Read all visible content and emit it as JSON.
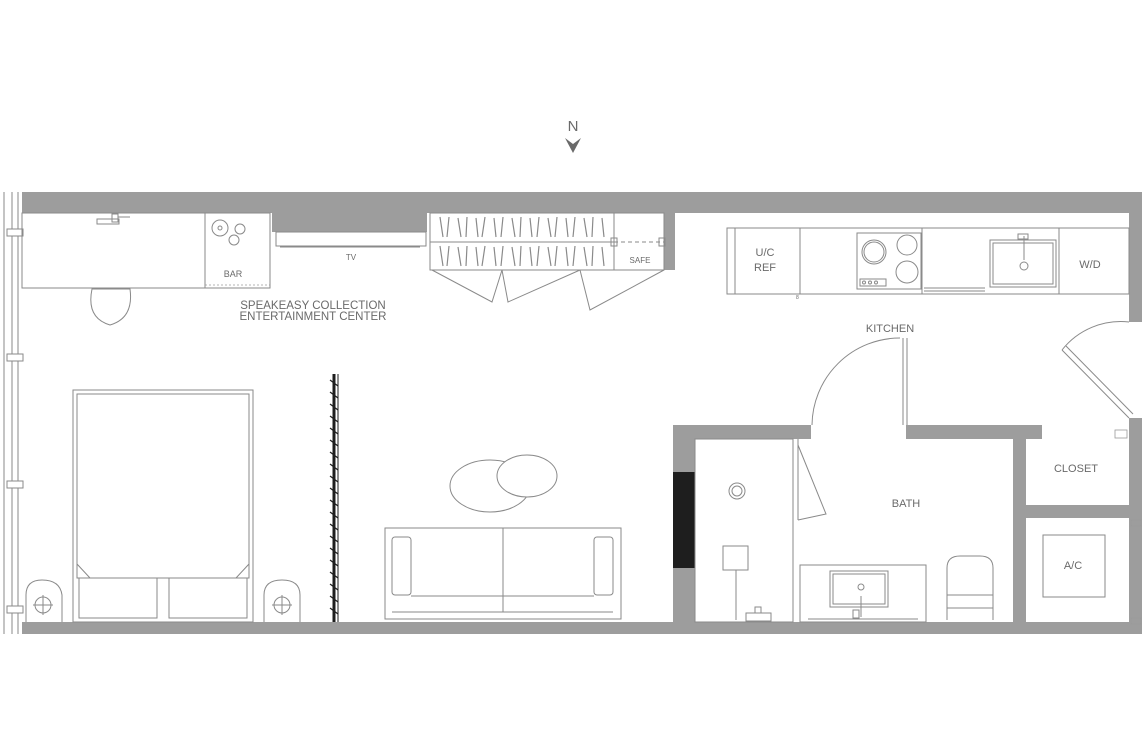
{
  "compass": {
    "label": "N"
  },
  "labels": {
    "bar": "BAR",
    "tv": "TV",
    "safe": "SAFE",
    "entertainment_line1": "SPEAKEASY COLLECTION",
    "entertainment_line2": "ENTERTAINMENT CENTER",
    "uc_line1": "U/C",
    "uc_line2": "REF",
    "wd": "W/D",
    "kitchen": "KITCHEN",
    "closet": "CLOSET",
    "bath": "BATH",
    "ac": "A/C"
  },
  "colors": {
    "wall": "#9d9d9d",
    "line": "#8a8a8a",
    "text": "#6a6a6a",
    "glass": "#1e1e1e"
  }
}
